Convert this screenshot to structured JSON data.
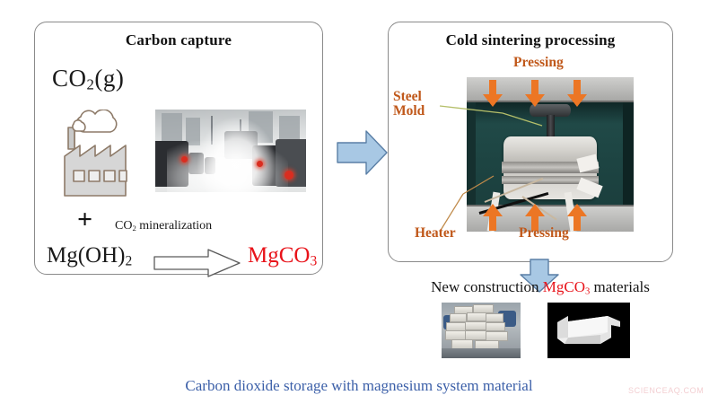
{
  "panels": {
    "capture": {
      "title": "Carbon capture",
      "gas_label_main": "CO",
      "gas_label_sub": "2",
      "gas_label_state": "(g)",
      "plus": "+",
      "mineralization_label_main": "CO",
      "mineralization_label_sub": "2",
      "mineralization_label_rest": " mineralization",
      "reactant_main": "Mg(OH)",
      "reactant_sub": "2",
      "product_main": "MgCO",
      "product_sub": "3",
      "factory_icon": "factory-smokestack-icon",
      "photo_caption": "traffic-smog-photo"
    },
    "sintering": {
      "title": "Cold sintering processing",
      "pressing_top": "Pressing",
      "pressing_bottom": "Pressing",
      "steel_mold_line1": "Steel",
      "steel_mold_line2": "Mold",
      "heater": "Heater",
      "photo_caption": "cold-sintering-press-photo"
    }
  },
  "flow": {
    "arrow_right": "blue-right-arrow",
    "arrow_down": "blue-down-arrow",
    "mineralization_arrow": "hollow-right-arrow"
  },
  "output": {
    "line_prefix": "New construction ",
    "line_product_main": "MgCO",
    "line_product_sub": "3",
    "line_suffix": " materials",
    "photo_left": "stacked-concrete-blocks-photo",
    "photo_right": "white-u-channel-photo"
  },
  "caption": {
    "text": "Carbon dioxide storage with magnesium system material"
  },
  "watermark": {
    "text": "SCIENCEAQ.COM"
  },
  "colors": {
    "red_product": "#e8131a",
    "orange_label": "#c0581a",
    "orange_arrow": "#ec7624",
    "blue_arrow_fill": "#a8c8e4",
    "blue_arrow_stroke": "#5a7fa6",
    "caption_blue": "#3b5fa8",
    "panel_border": "#8a8a8a",
    "watermark_pink": "#f3cfd2"
  }
}
